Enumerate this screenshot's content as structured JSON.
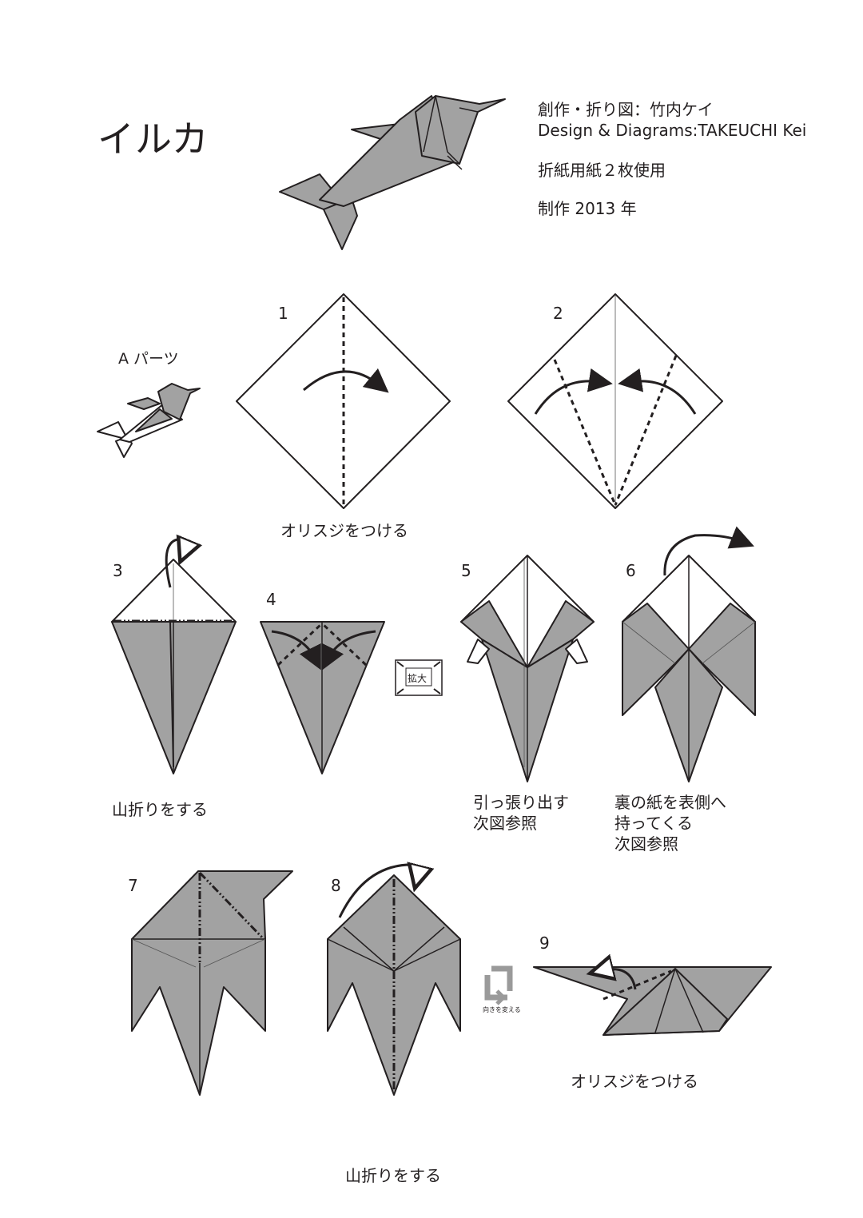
{
  "header": {
    "title": "イルカ",
    "credit_ja": "創作・折り図：竹内ケイ",
    "credit_en": "Design & Diagrams:TAKEUCHI Kei",
    "paper": "折紙用紙２枚使用",
    "year": "制作 2013 年"
  },
  "part_label": "A パーツ",
  "steps": [
    {
      "number": "1",
      "caption": "オリスジをつける"
    },
    {
      "number": "2",
      "caption": ""
    },
    {
      "number": "3",
      "caption": "山折りをする"
    },
    {
      "number": "4",
      "caption": ""
    },
    {
      "number": "5",
      "caption_line1": "引っ張り出す",
      "caption_line2": "次図参照"
    },
    {
      "number": "6",
      "caption_line1": "裏の紙を表側へ",
      "caption_line2": "持ってくる",
      "caption_line3": "次図参照"
    },
    {
      "number": "7",
      "caption": ""
    },
    {
      "number": "8",
      "caption": "山折りをする"
    },
    {
      "number": "9",
      "caption": "オリスジをつける"
    }
  ],
  "symbols": {
    "zoom_label": "拡大",
    "turn_over_label": "向きを変える"
  },
  "colors": {
    "paper_gray": "#a2a2a2",
    "ink": "#231f20"
  }
}
